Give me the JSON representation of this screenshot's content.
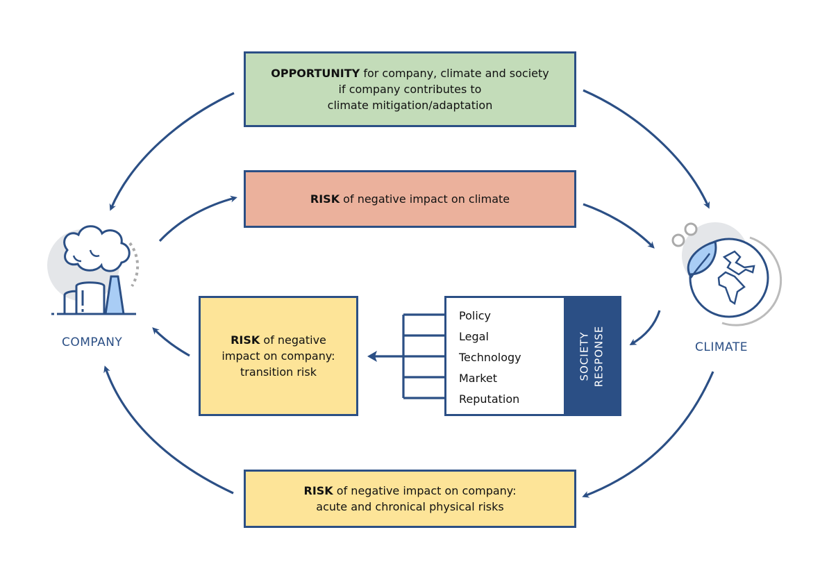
{
  "entities": {
    "company": {
      "label": "COMPANY",
      "icon": "factory-icon"
    },
    "climate": {
      "label": "CLIMATE",
      "icon": "globe-leaf-icon"
    }
  },
  "boxes": {
    "opportunity": {
      "bold": "OPPORTUNITY",
      "line1_rest": " for company, climate and society",
      "line2": "if company contributes to",
      "line3": "climate mitigation/adaptation",
      "color": "#c3dcb9"
    },
    "risk_climate": {
      "bold": "RISK",
      "rest": " of negative impact on climate",
      "color": "#ebb19c"
    },
    "risk_transition": {
      "bold": "RISK",
      "line1_rest": " of negative",
      "line2": "impact on company:",
      "line3": "transition risk",
      "color": "#fde498"
    },
    "risk_physical": {
      "bold": "RISK",
      "line1_rest": " of negative impact on company:",
      "line2": "acute and chronical physical risks",
      "color": "#fde498"
    }
  },
  "society_response": {
    "title_line1": "SOCIETY",
    "title_line2": "RESPONSE",
    "factors": [
      "Policy",
      "Legal",
      "Technology",
      "Market",
      "Reputation"
    ],
    "color": "#2b4f85"
  },
  "colors": {
    "stroke": "#2b4f85",
    "icon_fill": "#a9cdf5",
    "icon_bg": "#e4e6e9"
  }
}
